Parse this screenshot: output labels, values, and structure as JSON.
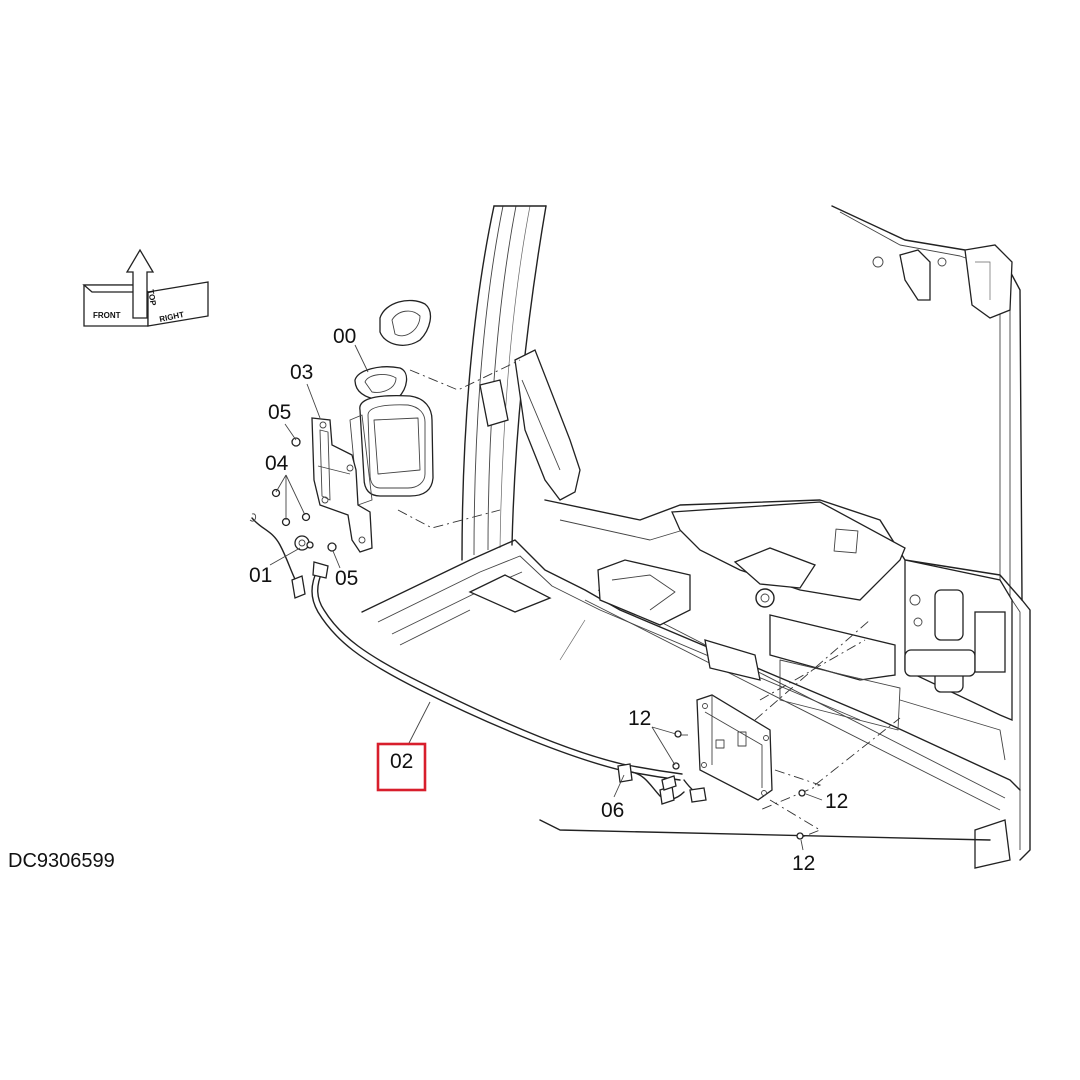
{
  "drawing_id": "DC9306599",
  "orientation": {
    "front": "FRONT",
    "top": "TOP",
    "right": "RIGHT"
  },
  "callouts": {
    "p00": "00",
    "p01": "01",
    "p02": "02",
    "p03": "03",
    "p04": "04",
    "p05a": "05",
    "p05b": "05",
    "p06": "06",
    "p12a": "12",
    "p12b": "12",
    "p12c": "12"
  },
  "highlight_color": "#d81e2c"
}
